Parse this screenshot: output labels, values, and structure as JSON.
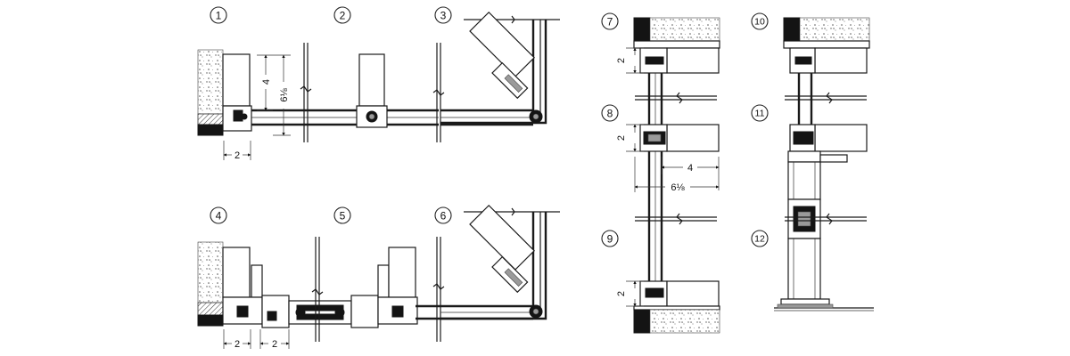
{
  "details": [
    {
      "id": "detail-1",
      "number": "1"
    },
    {
      "id": "detail-2",
      "number": "2"
    },
    {
      "id": "detail-3",
      "number": "3"
    },
    {
      "id": "detail-4",
      "number": "4"
    },
    {
      "id": "detail-5",
      "number": "5"
    },
    {
      "id": "detail-6",
      "number": "6"
    },
    {
      "id": "detail-7",
      "number": "7"
    },
    {
      "id": "detail-8",
      "number": "8"
    },
    {
      "id": "detail-9",
      "number": "9"
    },
    {
      "id": "detail-10",
      "number": "10"
    },
    {
      "id": "detail-11",
      "number": "11"
    },
    {
      "id": "detail-12",
      "number": "12"
    }
  ],
  "dimensions": {
    "d1_width": "2",
    "d1_height_inner": "4",
    "d1_height_outer": "6⅛",
    "d4_width_a": "2",
    "d4_width_b": "2",
    "d7_height": "2",
    "d8_height": "2",
    "d8_depth_inner": "4",
    "d8_depth_outer": "6⅛",
    "d9_height": "2"
  }
}
